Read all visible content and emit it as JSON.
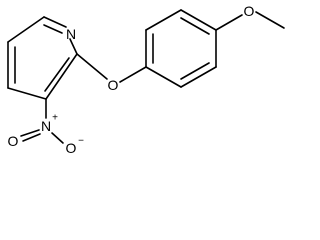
{
  "molecule": {
    "atoms": {
      "pyridine_nitrogen": "N",
      "ether_oxygen": "O",
      "methoxy_oxygen": "O",
      "nitro_nitrogen": "N",
      "nitro_nitrogen_charge": "+",
      "nitro_oxygen_lower": "O",
      "nitro_oxygen_lower_charge": "−",
      "nitro_oxygen_left": "O"
    }
  }
}
